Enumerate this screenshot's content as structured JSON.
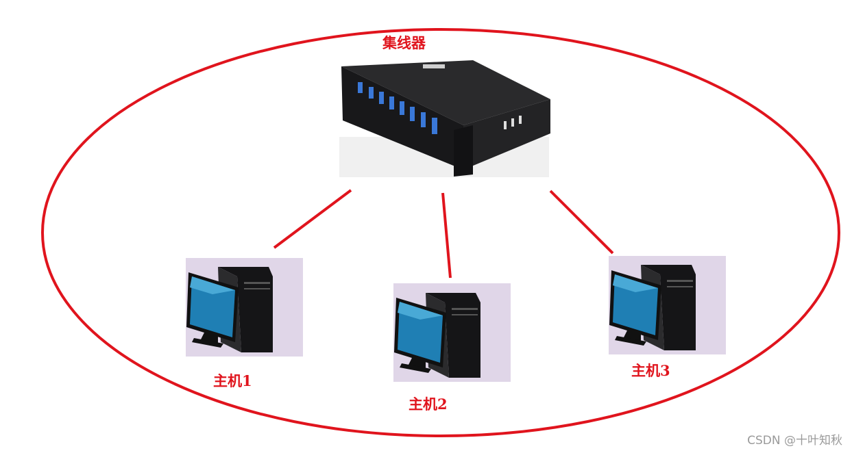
{
  "hub": {
    "label": "集线器"
  },
  "hosts": [
    {
      "label": "主机1"
    },
    {
      "label": "主机2"
    },
    {
      "label": "主机3"
    }
  ],
  "watermark": "CSDN @十叶知秋",
  "colors": {
    "accent": "#e0141d",
    "pc_background": "#e0d6e8",
    "hub_body": "#1e1e20",
    "usb_port": "#3a78d8"
  },
  "icons": {
    "hub": "usb-hub-icon",
    "host": "desktop-computer-icon"
  }
}
